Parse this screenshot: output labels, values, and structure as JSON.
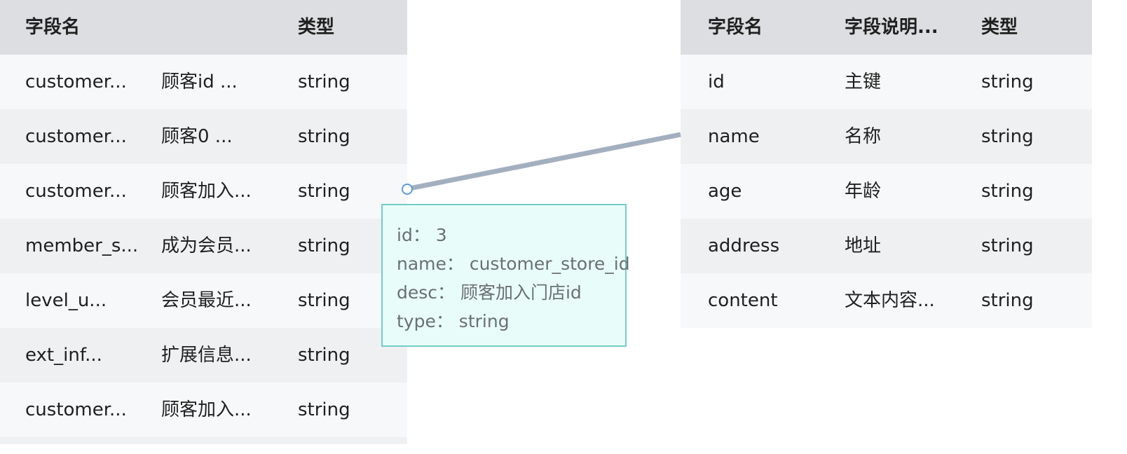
{
  "left_table": {
    "headers": [
      "字段名",
      "",
      "类型"
    ],
    "rows": [
      [
        "customer...",
        "顾客id  ...",
        "string"
      ],
      [
        "customer...",
        "顾客0   ...",
        "string"
      ],
      [
        "customer...",
        "顾客加入...",
        "string"
      ],
      [
        "member_s...",
        "成为会员...",
        "string"
      ],
      [
        "level_u...",
        "会员最近...",
        "string"
      ],
      [
        "ext_inf...",
        "扩展信息...",
        "string"
      ],
      [
        "customer...",
        "顾客加入...",
        "string"
      ]
    ]
  },
  "right_table": {
    "headers": [
      "字段名",
      "字段说明...",
      "类型"
    ],
    "rows": [
      [
        "id",
        "主键",
        "string"
      ],
      [
        "name",
        "名称",
        "string"
      ],
      [
        "age",
        "年龄",
        "string"
      ],
      [
        "address",
        "地址",
        "string"
      ],
      [
        "content",
        "文本内容...",
        "string"
      ]
    ]
  },
  "tooltip": {
    "id_line": "id：  3",
    "name_line": "name：  customer_store_id",
    "desc_line": "desc：  顾客加入门店id",
    "type_line": "type：  string"
  },
  "colors": {
    "header_bg": "#dddee1",
    "row_even": "#f7f8fa",
    "row_odd": "#eff0f2",
    "edge": "#a3afbf",
    "port_stroke": "#5b9bd5",
    "tooltip_bg": "#e8fdfa",
    "tooltip_border": "#74cdc5"
  }
}
